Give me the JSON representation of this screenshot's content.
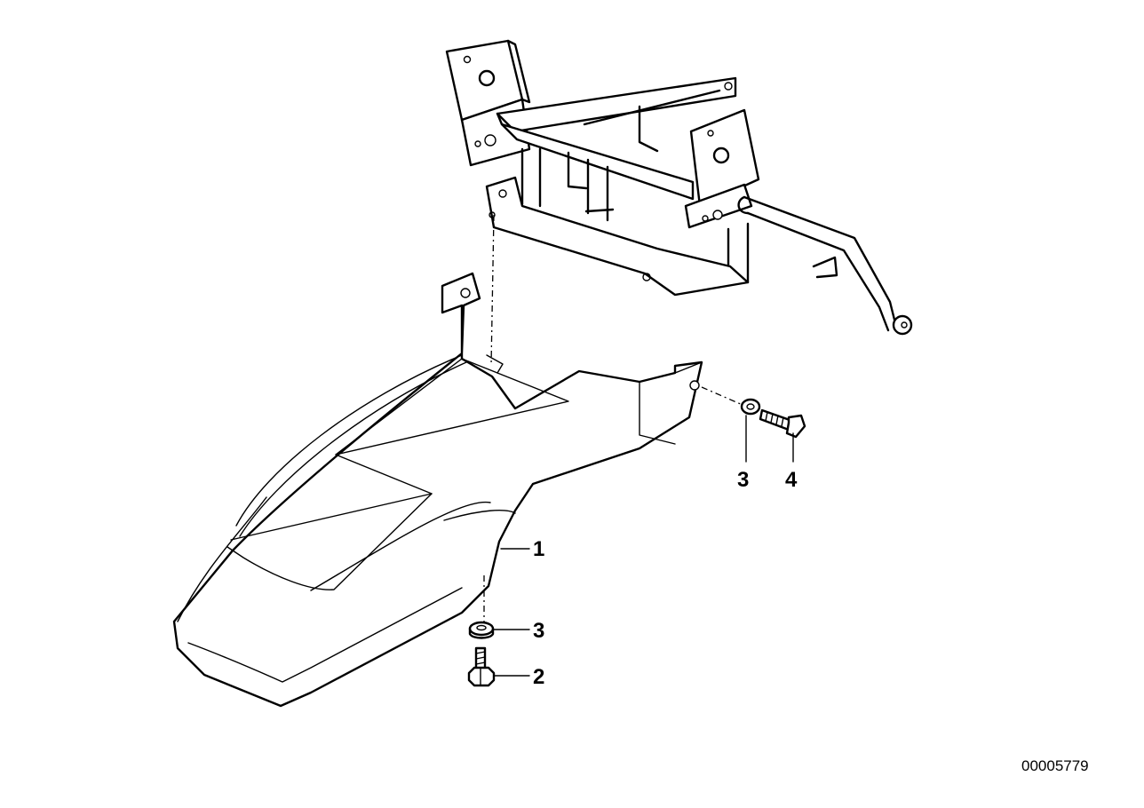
{
  "diagram": {
    "callouts": [
      {
        "id": "c1",
        "label": "1"
      },
      {
        "id": "c2",
        "label": "2"
      },
      {
        "id": "c3a",
        "label": "3"
      },
      {
        "id": "c3b",
        "label": "3"
      },
      {
        "id": "c4",
        "label": "4"
      }
    ],
    "reference_number": "00005779"
  }
}
